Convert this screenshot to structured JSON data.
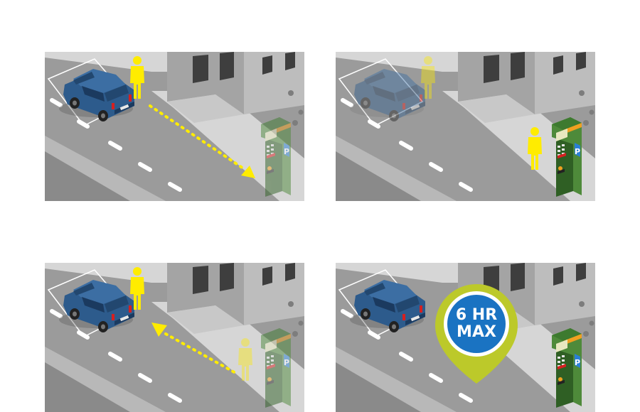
{
  "colors": {
    "road": "#9b9b9b",
    "sidewalk": "#d6d6d6",
    "building_front": "#9a9a9a",
    "building_side": "#bdbdbd",
    "window": "#3e3e3e",
    "lane_marking": "#ffffff",
    "car_body": "#2d5b8c",
    "car_dark": "#1b3a5f",
    "person": "#ffec00",
    "meter_green": "#4e8a3a",
    "meter_dark_green": "#2f5f24",
    "meter_blue": "#2a7fd4",
    "meter_orange": "#f0a020",
    "arrow": "#ffec00",
    "pin_ring": "#bcc92a",
    "pin_center": "#1a73c2"
  },
  "panels": [
    {
      "name": "panel-walk-to-meter",
      "car": "solid",
      "person_at": "car",
      "person": "solid",
      "arrow": "to-meter",
      "meter": "faded"
    },
    {
      "name": "panel-pay-at-meter",
      "car": "faded",
      "person_at": "meter",
      "person": "solid",
      "arrow": "none",
      "meter": "solid"
    },
    {
      "name": "panel-return-to-car",
      "car": "solid",
      "person_at": "car",
      "person": "solid",
      "ghost_person_at_meter": true,
      "arrow": "to-car",
      "meter": "faded"
    },
    {
      "name": "panel-time-limit",
      "car": "solid",
      "person_at": "none",
      "arrow": "none",
      "meter": "solid",
      "pin": true
    }
  ],
  "meter": {
    "sign_letter": "P"
  },
  "time_limit_pin": {
    "line1": "6 HR",
    "line2": "MAX"
  },
  "icons": {
    "car": "car-icon",
    "person": "person-icon",
    "meter": "parking-meter-icon",
    "arrow": "dotted-arrow-icon",
    "pin": "map-pin-icon"
  }
}
